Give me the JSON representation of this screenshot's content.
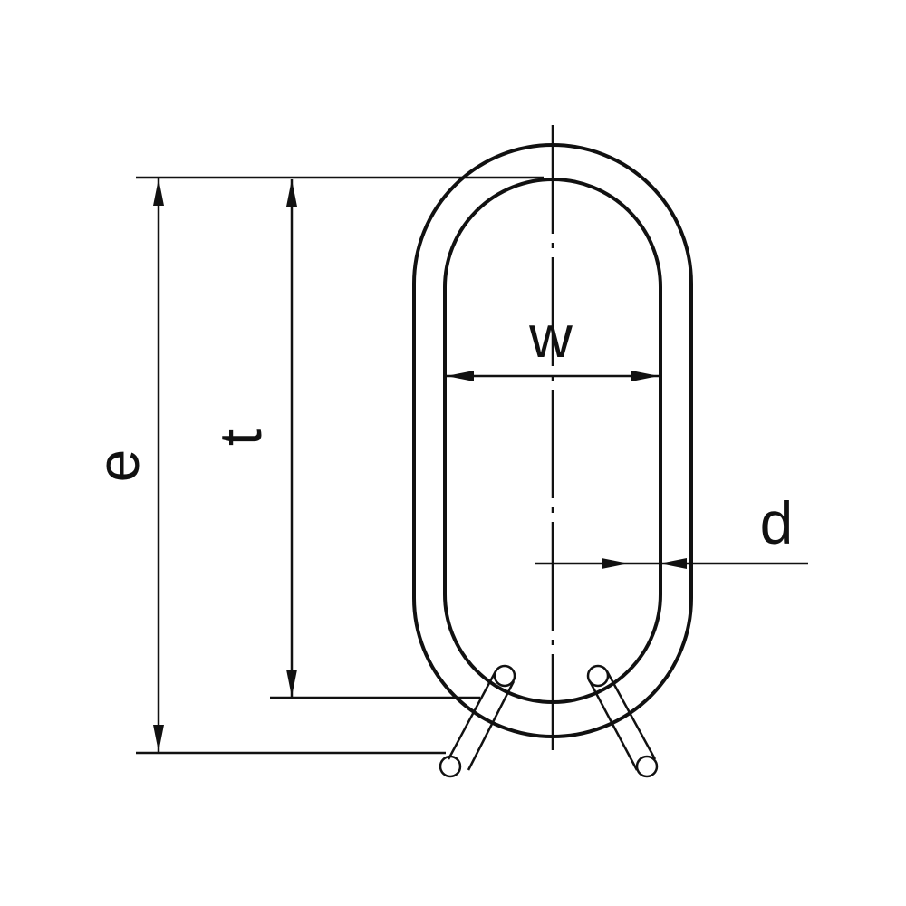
{
  "labels": {
    "e": "e",
    "t": "t",
    "w": "w",
    "d": "d"
  },
  "colors": {
    "ink": "#111111",
    "background": "#ffffff"
  }
}
